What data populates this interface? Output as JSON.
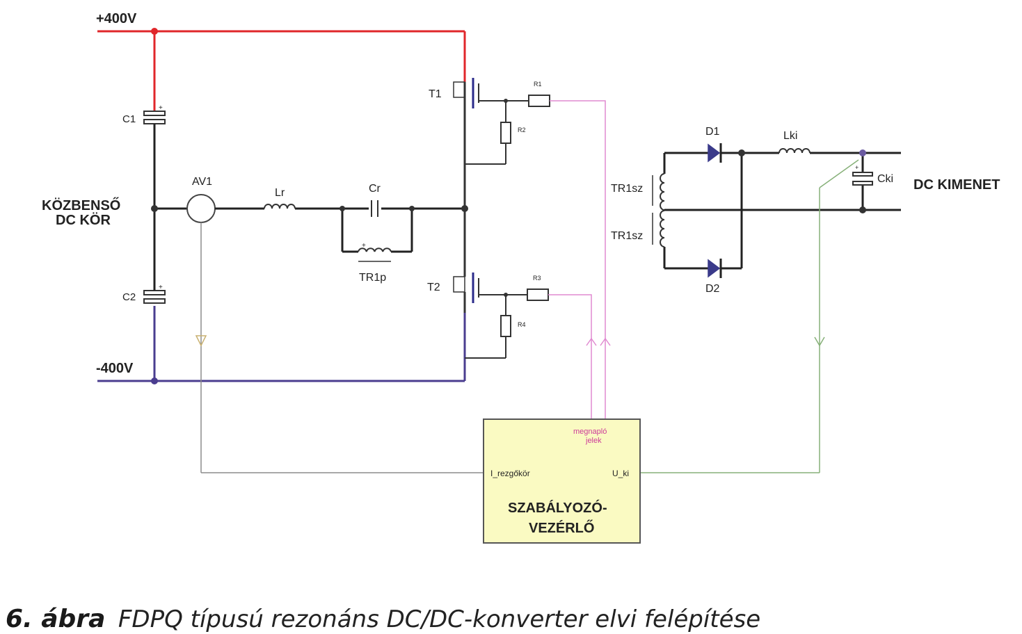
{
  "rails": {
    "pos": "+400V",
    "neg": "-400V"
  },
  "labels": {
    "intermediate_dc": [
      "KÖZBENSŐ",
      "DC KÖR"
    ],
    "dc_output": "DC KIMENET",
    "controller": [
      "SZABÁLYOZÓ-",
      "VEZÉRLŐ"
    ],
    "control_signals": [
      "megnapló",
      "jelek"
    ],
    "input_i": "I_rezgőkör",
    "input_u": "U_ki"
  },
  "components": {
    "c1": "C1",
    "c2": "C2",
    "av1": "AV1",
    "lr": "Lr",
    "cr": "Cr",
    "tr1p": "TR1p",
    "t1": "T1",
    "t2": "T2",
    "r1": "R1",
    "r2": "R2",
    "r3": "R3",
    "r4": "R4",
    "tr1sz_top": "TR1sz",
    "tr1sz_bottom": "TR1sz",
    "d1": "D1",
    "d2": "D2",
    "lki": "Lki",
    "cki": "Cki"
  },
  "caption": {
    "number": "6. ábra",
    "text": "FDPQ típusú rezonáns DC/DC-konverter elvi felépítése"
  },
  "colors": {
    "positive_rail": "#e0262a",
    "negative_rail": "#4a3d8f",
    "signal_pink": "#e08ad0",
    "signal_gray": "#8c8c8c",
    "signal_green": "#86b078",
    "controller_fill": "#fafac2"
  }
}
